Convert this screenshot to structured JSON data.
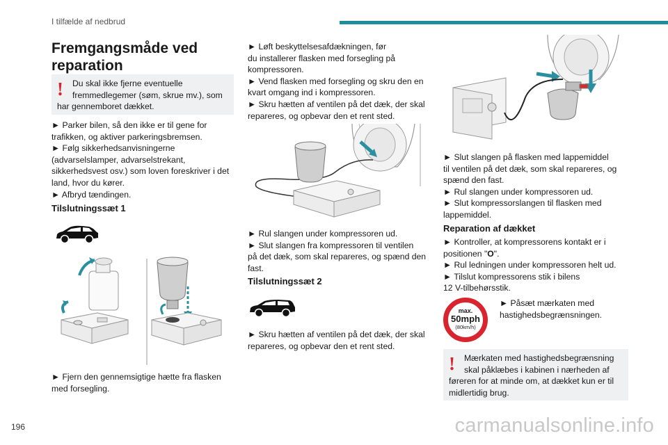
{
  "header": {
    "section": "I tilfælde af nedbrud"
  },
  "footer": {
    "page_number": "196",
    "watermark": "carmanualsonline.info"
  },
  "col1": {
    "title_line1": "Fremgangsmåde ved",
    "title_line2": "reparation",
    "warning": [
      "Du skal ikke fjerne eventuelle",
      "fremmedlegemer (søm, skrue mv.), som",
      "har gennemboret dækket."
    ],
    "steps": [
      "► Parker bilen, så den ikke er til gene for",
      "trafikken, og aktiver parkeringsbremsen.",
      "► Følg sikkerhedsanvisningerne",
      "(advarselslamper, advarselstrekant,",
      "sikkerhedsvest osv.) som loven foreskriver i det",
      "land, hvor du kører.",
      "► Afbryd tændingen."
    ],
    "kit1_heading": "Tilslutningssæt 1",
    "after_image": [
      "► Fjern den gennemsigtige hætte fra flasken",
      "med forsegling."
    ]
  },
  "col2": {
    "top_steps": [
      "► Løft beskyttelsesafdækningen, før",
      "du installerer flasken med forsegling på",
      "kompressoren.",
      "► Vend flasken med forsegling og skru den en",
      "kvart omgang ind i kompressoren.",
      "► Skru hætten af ventilen på det dæk, der skal",
      "repareres, og opbevar den et rent sted."
    ],
    "mid_steps": [
      "► Rul slangen under kompressoren ud.",
      "► Slut slangen fra kompressoren til ventilen",
      "på det dæk, som skal repareres, og spænd den",
      "fast."
    ],
    "kit2_heading": "Tilslutningssæt 2",
    "bottom_steps": [
      "► Skru hætten af ventilen på det dæk, der skal",
      "repareres, og opbevar den et rent sted."
    ]
  },
  "col3": {
    "top_steps": [
      "► Slut slangen på flasken med lappemiddel",
      "til ventilen på det dæk, som skal repareres, og",
      "spænd den fast.",
      "► Rul slangen under kompressoren ud.",
      "► Slut kompressorslangen til flasken med",
      "lappemiddel."
    ],
    "repair_heading": "Reparation af dækket",
    "repair_steps_before": "► Kontroller, at kompressorens kontakt er i",
    "repair_position_prefix": "positionen \"",
    "repair_position_value": "O",
    "repair_position_suffix": "\".",
    "repair_steps_after": [
      "► Rul ledningen under kompressoren helt ud.",
      "► Tilslut kompressorens stik i bilens",
      "12 V-tilbehørsstik."
    ],
    "sticker_step": [
      "► Påsæt mærkaten med",
      "hastighedsbegrænsningen."
    ],
    "badge": {
      "max": "max.",
      "speed": "50mph",
      "kmh": "(80km/h)"
    },
    "warning": [
      "Mærkaten med hastighedsbegrænsning",
      "skal påklæbes i kabinen i nærheden af",
      "føreren for at minde om, at dækket kun er til",
      "midlertidig brug."
    ]
  },
  "icons": {
    "warning": "exclamation-icon",
    "badge_color": "#d8242f",
    "accent": "#1d8f9b"
  }
}
